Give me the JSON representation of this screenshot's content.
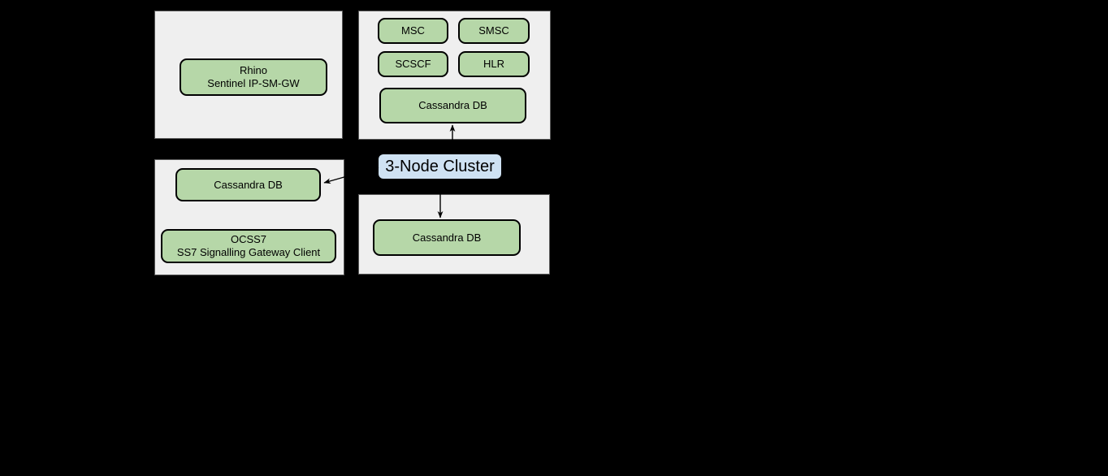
{
  "colors": {
    "bg": "#000000",
    "panel_fill": "#efefef",
    "panel_border": "#595959",
    "node_fill": "#b6d7a8",
    "node_border": "#000000",
    "label_fill": "#cfe2f3",
    "text_color": "#000000"
  },
  "diagram": {
    "cluster_label": "3-Node Cluster",
    "nodes": {
      "rhino": {
        "line1": "Rhino",
        "line2": "Sentinel IP-SM-GW"
      },
      "msc": {
        "label": "MSC"
      },
      "smsc": {
        "label": "SMSC"
      },
      "scscf": {
        "label": "SCSCF"
      },
      "hlr": {
        "label": "HLR"
      },
      "cassandra_top": {
        "label": "Cassandra DB"
      },
      "cassandra_left": {
        "label": "Cassandra DB"
      },
      "cassandra_bottom": {
        "label": "Cassandra DB"
      },
      "ocss7": {
        "line1": "OCSS7",
        "line2": "SS7 Signalling Gateway Client"
      }
    }
  }
}
